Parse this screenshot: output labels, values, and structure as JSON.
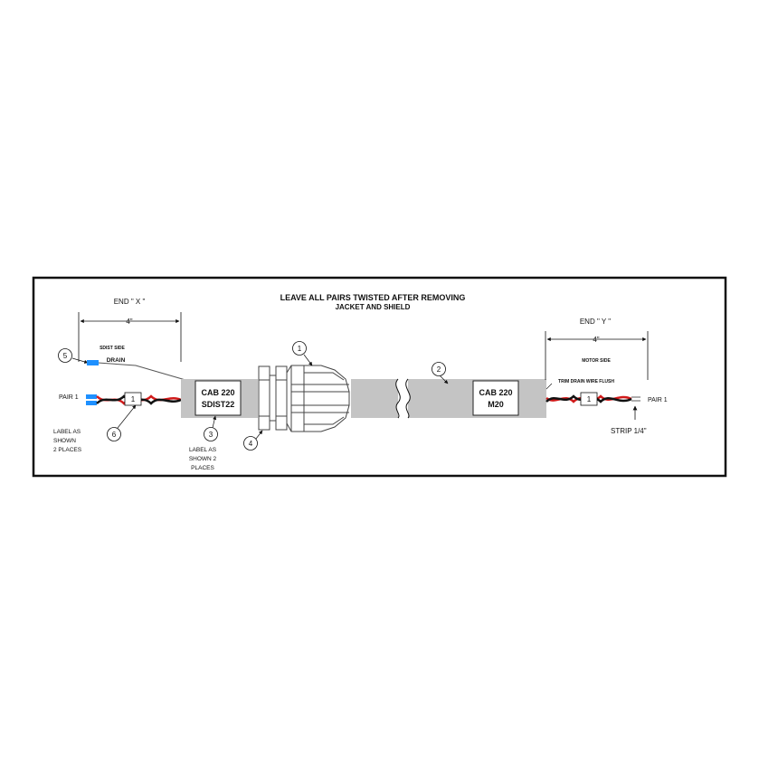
{
  "title_line1": "LEAVE ALL PAIRS TWISTED AFTER REMOVING",
  "title_line2": "JACKET AND SHIELD",
  "end_x": {
    "label": "END \" X \"",
    "dimension": "4\"",
    "side": "SDIST SIDE",
    "drain": "DRAIN",
    "pair": "PAIR 1",
    "wire_label": "1",
    "note_lines": [
      "LABEL AS",
      "SHOWN",
      "2 PLACES"
    ]
  },
  "end_y": {
    "label": "END \" Y \"",
    "dimension": "4\"",
    "side": "MOTOR SIDE",
    "trim_note": "TRIM DRAIN WIRE FLUSH",
    "pair": "PAIR 1",
    "wire_label": "1",
    "strip": "STRIP 1/4\""
  },
  "cable_label_left": [
    "CAB 220",
    "SDIST22"
  ],
  "cable_label_right": [
    "CAB 220",
    "M20"
  ],
  "label_note_lines": [
    "LABEL AS",
    "SHOWN 2",
    "PLACES"
  ],
  "callouts": [
    "1",
    "2",
    "3",
    "4",
    "5",
    "6"
  ],
  "colors": {
    "cable": "#c4c4c4",
    "cable_dark": "#a9a9a9",
    "wire_red": "#d11a1a",
    "wire_black": "#111111",
    "drain_blue": "#1e90ff",
    "outline": "#222222"
  }
}
